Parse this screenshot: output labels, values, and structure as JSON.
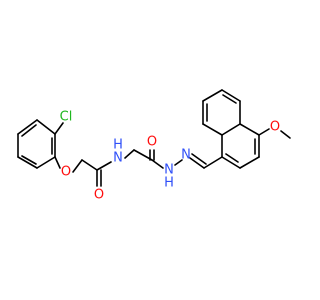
{
  "colors": {
    "background": "#ffffff",
    "bond": "#000000",
    "Cl": "#1fb71f",
    "O": "#ff0d0d",
    "N": "#3050f8",
    "C": "#404040"
  },
  "labels": {
    "cl": "Cl",
    "o_ether": "O",
    "o_amide1": "O",
    "nh_amide": "N",
    "h_amide": "H",
    "o_amide2": "O",
    "nh_hydrazide": "N",
    "h_hydrazide": "H",
    "n_imine": "N",
    "o_methoxy": "O"
  }
}
